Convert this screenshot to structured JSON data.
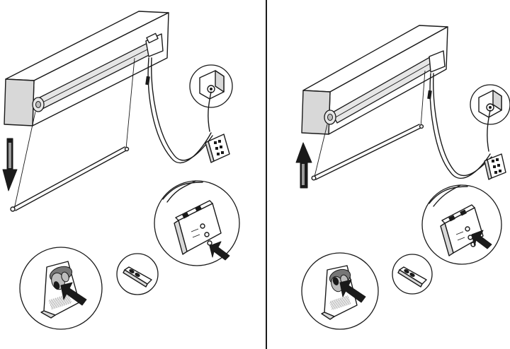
{
  "figure": {
    "panels": [
      {
        "id": "lower",
        "direction": "down"
      },
      {
        "id": "raise",
        "direction": "up"
      }
    ],
    "colors": {
      "line": "#1a1a1a",
      "background": "#ffffff",
      "shading": "#9a9a9a"
    },
    "icons": [
      "wall-box-icon",
      "control-unit-icon",
      "remote-control-icon",
      "key-fob-icon",
      "pointer-arrow-icon",
      "direction-arrow-icon"
    ]
  }
}
